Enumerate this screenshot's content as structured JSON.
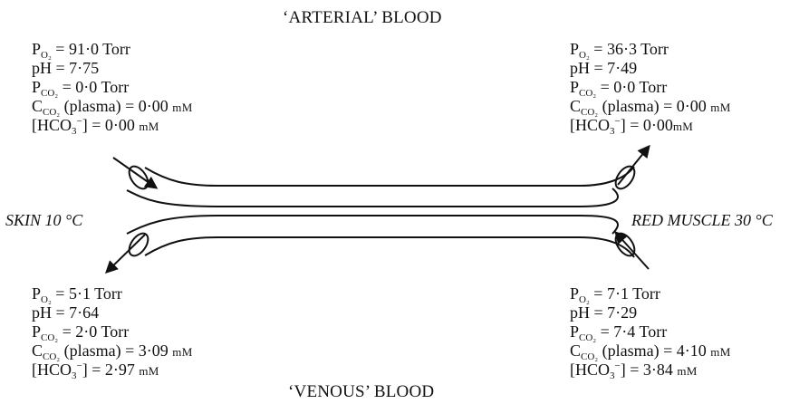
{
  "arterial_title": "‘ARTERIAL’ BLOOD",
  "venous_title": "‘VENOUS’ BLOOD",
  "skin_label": "SKIN 10 °C",
  "muscle_label": "RED MUSCLE 30 °C",
  "symbols": {
    "p": "P",
    "o2": "O₂",
    "co2": "CO₂",
    "c": "C",
    "ph": "pH",
    "plasma": " (plasma)",
    "hco3_open": "[HCO",
    "hco3_sub": "3",
    "hco3_sup": "−",
    "hco3_close": "]",
    "torr": "Torr",
    "mm": "mM"
  },
  "top_left": {
    "po2": "91·0",
    "ph": "7·75",
    "pco2": "0·0",
    "cco2": "0·00",
    "hco3": "0·00"
  },
  "top_right": {
    "po2": "36·3",
    "ph": "7·49",
    "pco2": "0·0",
    "cco2": "0·00",
    "hco3": "0·00"
  },
  "bottom_left": {
    "po2": "5·1",
    "ph": "7·64",
    "pco2": "2·0",
    "cco2": "3·09",
    "hco3": "2·97"
  },
  "bottom_right": {
    "po2": "7·1",
    "ph": "7·29",
    "pco2": "7·4",
    "cco2": "4·10",
    "hco3": "3·84"
  }
}
